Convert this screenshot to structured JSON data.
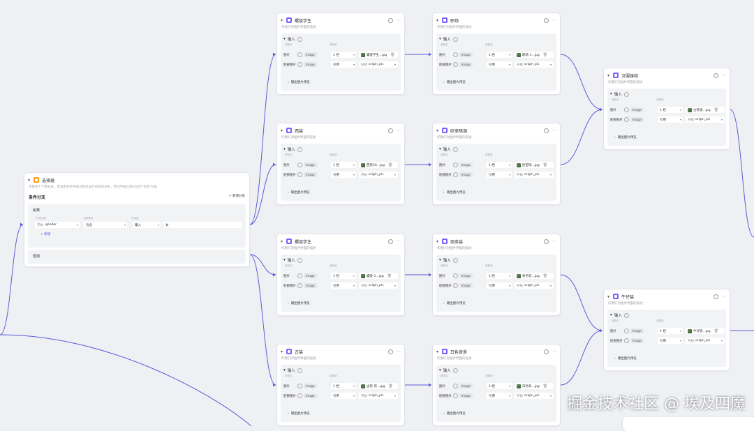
{
  "workflow": {
    "condition_node": {
      "title": "选择器",
      "description": "连接多个下游分支，若设定的条件成立则仅运行对应的分支，若均不成立则只运行\"否则\"分支",
      "section_title": "条件分支",
      "add_branch_label": "+ 新增分支",
      "if_label": "如果",
      "header_var": "引用变量",
      "header_cond": "选择条件",
      "header_cmp": "比较值",
      "ref_prefix": "开始",
      "ref_var": "gender",
      "operator": "包含",
      "value_type": "输入",
      "value": "女",
      "add_label": "+ 新增",
      "else_label": "否则"
    },
    "common": {
      "description": "作者们对插件界面的描述",
      "input_label": "输入",
      "header_name": "参数名",
      "header_value": "参数值",
      "image_label": "图片",
      "face_label": "脸部图片",
      "type_label": "Image",
      "quality": "1 档",
      "position": "引用",
      "mode_prefix": "开始",
      "mode_value": "origin_pic",
      "output_label": "输出图片预览"
    },
    "nodes": [
      {
        "title": "螺旋学生",
        "file": "螺旋学生...jpg"
      },
      {
        "title": "西装",
        "file": "西装20...jpg"
      },
      {
        "title": "螺旋学生",
        "file": "螺旋-1...jpg"
      },
      {
        "title": "古装",
        "file": "古装-装...jpg"
      },
      {
        "title": "职场",
        "file": "职场-1...jpg"
      },
      {
        "title": "卧室暗调",
        "file": "卧室暗...jpg"
      },
      {
        "title": "商务装",
        "file": "商务装...jpg"
      },
      {
        "title": "白色背景",
        "file": "白色背...jpg"
      },
      {
        "title": "汉服旗袍",
        "file": "古装发...jpg"
      },
      {
        "title": "牛仔装",
        "file": "牛仔装...jpg"
      }
    ]
  },
  "watermark": "掘金技术社区 @ 埃及四魔",
  "colors": {
    "edge": "#5b5bd6",
    "accent": "#7b61ff",
    "condition": "#ff9f1c",
    "canvas": "#eef0f4"
  }
}
